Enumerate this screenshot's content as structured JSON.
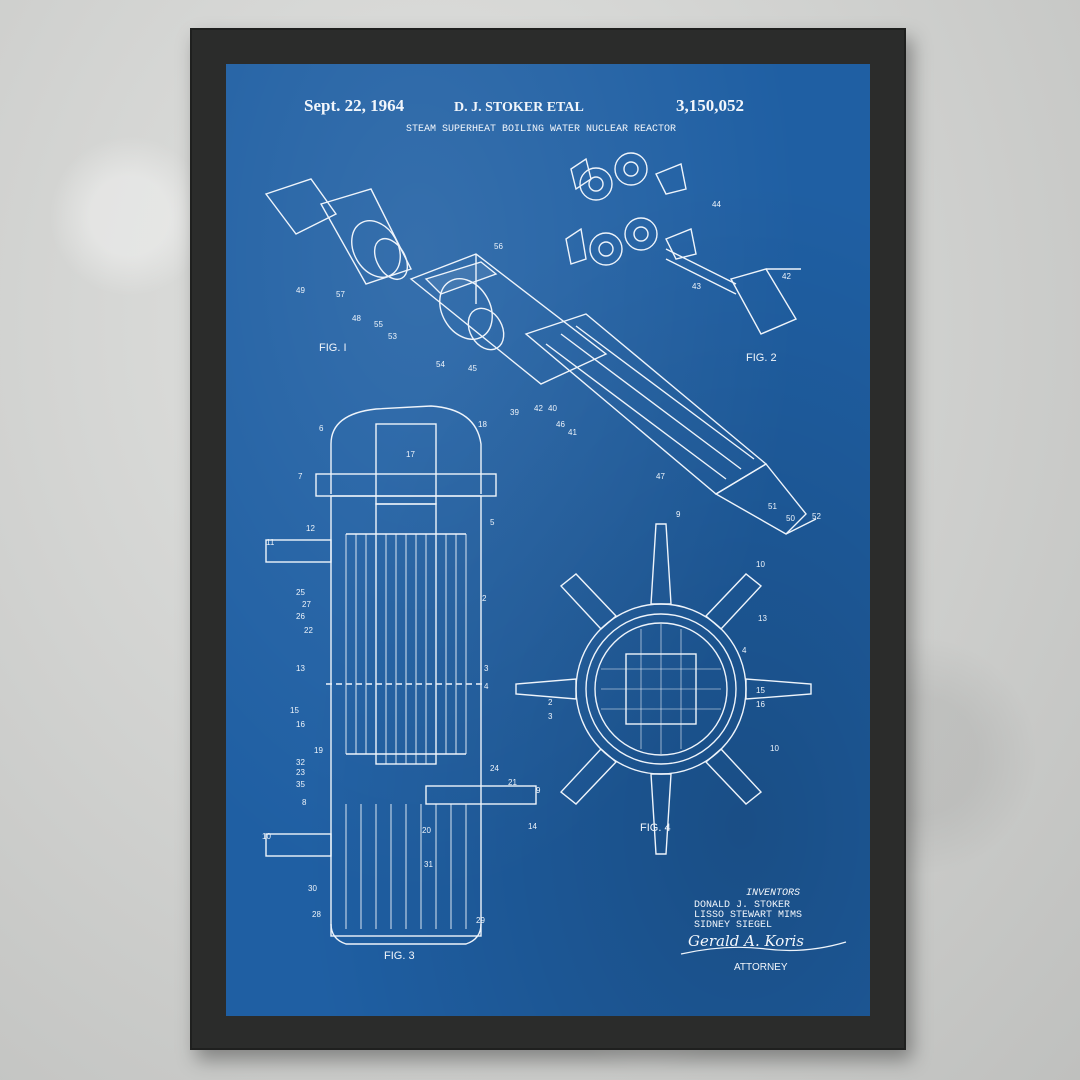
{
  "patent": {
    "date": "Sept. 22, 1964",
    "inventor_header": "D. J. STOKER ETAL",
    "number": "3,150,052",
    "title": "STEAM SUPERHEAT BOILING WATER NUCLEAR REACTOR"
  },
  "figures": {
    "fig1": "FIG. I",
    "fig2": "FIG. 2",
    "fig3": "FIG. 3",
    "fig4": "FIG. 4"
  },
  "inventors": {
    "heading": "INVENTORS",
    "names": [
      "DONALD J. STOKER",
      "LISSO STEWART MIMS",
      "SIDNEY SIEGEL"
    ],
    "signature": "Gerald A. Koris",
    "role": "ATTORNEY"
  },
  "callouts": {
    "fig1": [
      "49",
      "57",
      "48",
      "55",
      "53",
      "56",
      "54",
      "45",
      "39",
      "42",
      "40",
      "46",
      "41",
      "47",
      "51",
      "50",
      "52"
    ],
    "fig2": [
      "44",
      "43",
      "42"
    ],
    "fig3": [
      "6",
      "18",
      "17",
      "7",
      "12",
      "5",
      "11",
      "25",
      "27",
      "26",
      "22",
      "2",
      "13",
      "3",
      "4",
      "15",
      "16",
      "19",
      "32",
      "23",
      "35",
      "24",
      "21",
      "9",
      "8",
      "20",
      "14",
      "10",
      "31",
      "30",
      "28",
      "29"
    ],
    "fig4": [
      "9",
      "10",
      "13",
      "2",
      "3",
      "4",
      "15",
      "16",
      "10"
    ]
  },
  "colors": {
    "blueprint": "#1f5fa3",
    "line": "#f2f6fb",
    "frame": "#2b2c2b",
    "wall": "#cfd0ce"
  }
}
